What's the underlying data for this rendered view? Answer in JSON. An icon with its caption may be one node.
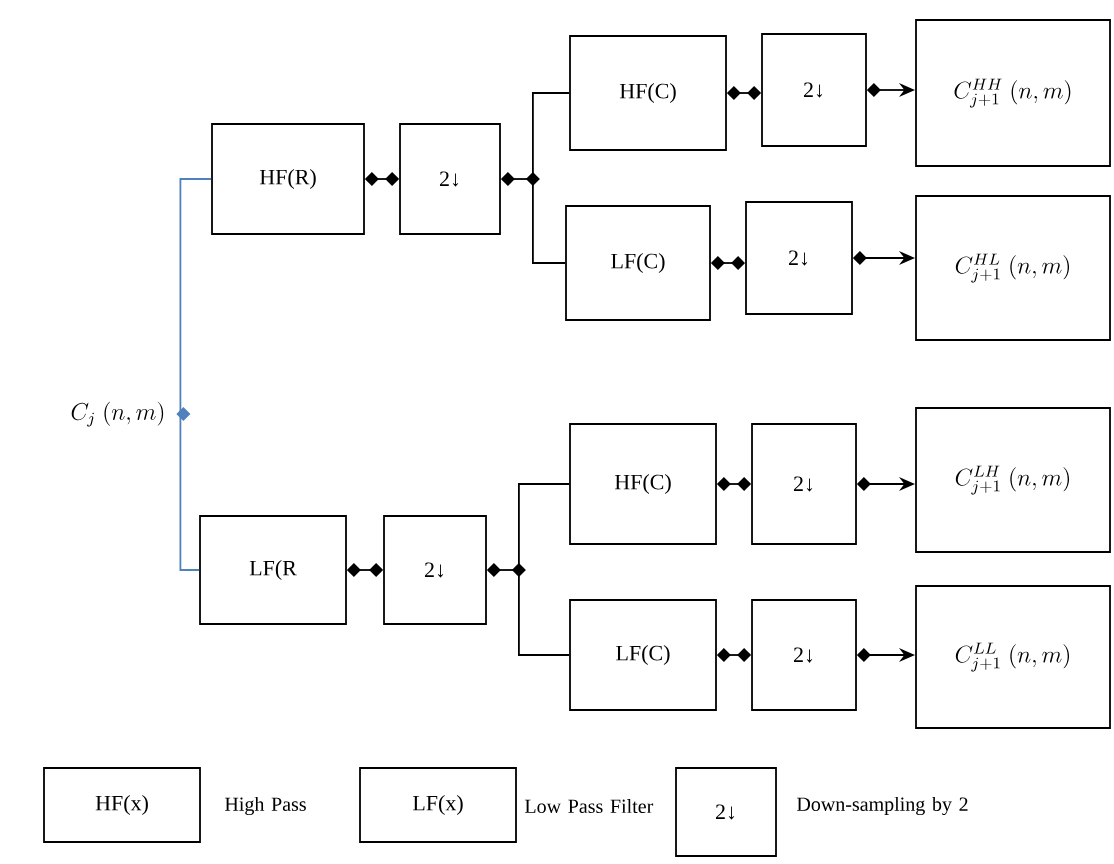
{
  "diagram": {
    "nodes": [
      {
        "text": [
          "C_j\\ (n,m)"
        ]
      },
      {
        "text": [
          "HF(R)"
        ]
      },
      {
        "text": [
          "2↓"
        ]
      },
      {
        "text": [
          "LF(R"
        ]
      },
      {
        "text": [
          "2↓"
        ]
      },
      {
        "text": [
          "HF(C)"
        ]
      },
      {
        "text": [
          "2↓"
        ]
      },
      {
        "text": [
          "C^{HH}_{j+1}\\ (n,m)"
        ]
      },
      {
        "text": [
          "LF(C)"
        ]
      },
      {
        "text": [
          "2↓"
        ]
      },
      {
        "text": [
          "C^{HL}_{j+1}\\ (n,m)"
        ]
      },
      {
        "text": [
          "HF(C)"
        ]
      },
      {
        "text": [
          "2↓"
        ]
      },
      {
        "text": [
          "C^{LH}_{j+1}\\ (n,m)"
        ]
      },
      {
        "text": [
          "LF(C)"
        ]
      },
      {
        "text": [
          "2↓"
        ]
      },
      {
        "text": [
          "C^{LL}_{j+1}\\ (n,m)"
        ]
      },
      {
        "text": [
          "HF(x)"
        ],
        "beside": [
          "High Pass"
        ]
      },
      {
        "text": [
          "LF(x)"
        ],
        "beside": [
          "Low Pass Filter"
        ]
      },
      {
        "text": [
          "2↓"
        ],
        "beside": [
          "Down-sampling by 2"
        ]
      }
    ],
    "edges": [
      {
        "from": 0,
        "to": 1,
        "arrow": "other",
        "color": "#4f81bd"
      },
      {
        "from": 0,
        "to": 3,
        "arrow": "other",
        "color": "#4f81bd"
      },
      {
        "from": 1,
        "to": 2,
        "arrow": "other"
      },
      {
        "from": 2,
        "to": 5,
        "arrow": "other"
      },
      {
        "from": 2,
        "to": 8,
        "arrow": "other"
      },
      {
        "from": 5,
        "to": 6,
        "arrow": "other"
      },
      {
        "from": 6,
        "to": 7,
        "arrow": "to"
      },
      {
        "from": 8,
        "to": 9,
        "arrow": "other"
      },
      {
        "from": 9,
        "to": 10,
        "arrow": "to"
      },
      {
        "from": 3,
        "to": 4,
        "arrow": "other"
      },
      {
        "from": 4,
        "to": 11,
        "arrow": "other"
      },
      {
        "from": 4,
        "to": 14,
        "arrow": "other"
      },
      {
        "from": 11,
        "to": 12,
        "arrow": "other"
      },
      {
        "from": 12,
        "to": 13,
        "arrow": "to"
      },
      {
        "from": 14,
        "to": 15,
        "arrow": "other"
      },
      {
        "from": 15,
        "to": 16,
        "arrow": "to"
      }
    ]
  }
}
